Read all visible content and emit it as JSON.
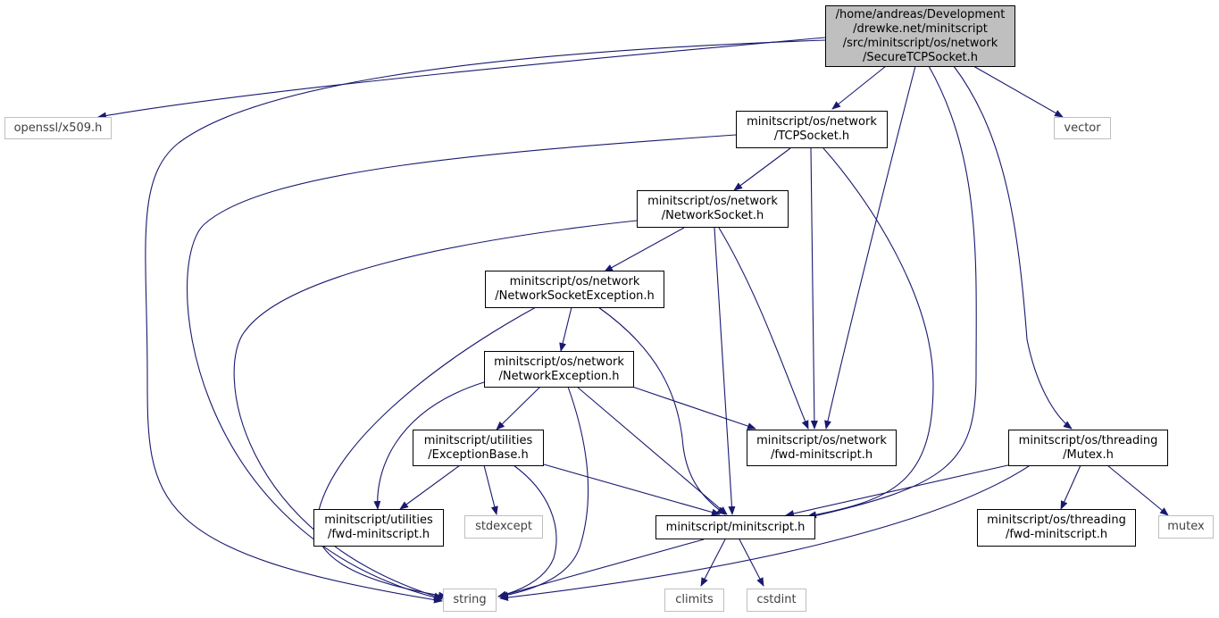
{
  "colors": {
    "edge": "#191970",
    "root_fill": "#bfbfbf",
    "node_border": "#000000",
    "external_border": "#bfbfbf"
  },
  "nodes": {
    "root": {
      "lines": [
        "/home/andreas/Development",
        "/drewke.net/minitscript",
        "/src/minitscript/os/network",
        "/SecureTCPSocket.h"
      ]
    },
    "openssl_x509": {
      "lines": [
        "openssl/x509.h"
      ]
    },
    "vector": {
      "lines": [
        "vector"
      ]
    },
    "tcpsocket": {
      "lines": [
        "minitscript/os/network",
        "/TCPSocket.h"
      ]
    },
    "networksocket": {
      "lines": [
        "minitscript/os/network",
        "/NetworkSocket.h"
      ]
    },
    "networksocketexception": {
      "lines": [
        "minitscript/os/network",
        "/NetworkSocketException.h"
      ]
    },
    "networkexception": {
      "lines": [
        "minitscript/os/network",
        "/NetworkException.h"
      ]
    },
    "exceptionbase": {
      "lines": [
        "minitscript/utilities",
        "/ExceptionBase.h"
      ]
    },
    "network_fwd": {
      "lines": [
        "minitscript/os/network",
        "/fwd-minitscript.h"
      ]
    },
    "mutex_h": {
      "lines": [
        "minitscript/os/threading",
        "/Mutex.h"
      ]
    },
    "utilities_fwd": {
      "lines": [
        "minitscript/utilities",
        "/fwd-minitscript.h"
      ]
    },
    "stdexcept": {
      "lines": [
        "stdexcept"
      ]
    },
    "minitscript_h": {
      "lines": [
        "minitscript/minitscript.h"
      ]
    },
    "threading_fwd": {
      "lines": [
        "minitscript/os/threading",
        "/fwd-minitscript.h"
      ]
    },
    "mutex": {
      "lines": [
        "mutex"
      ]
    },
    "string": {
      "lines": [
        "string"
      ]
    },
    "climits": {
      "lines": [
        "climits"
      ]
    },
    "cstdint": {
      "lines": [
        "cstdint"
      ]
    }
  }
}
